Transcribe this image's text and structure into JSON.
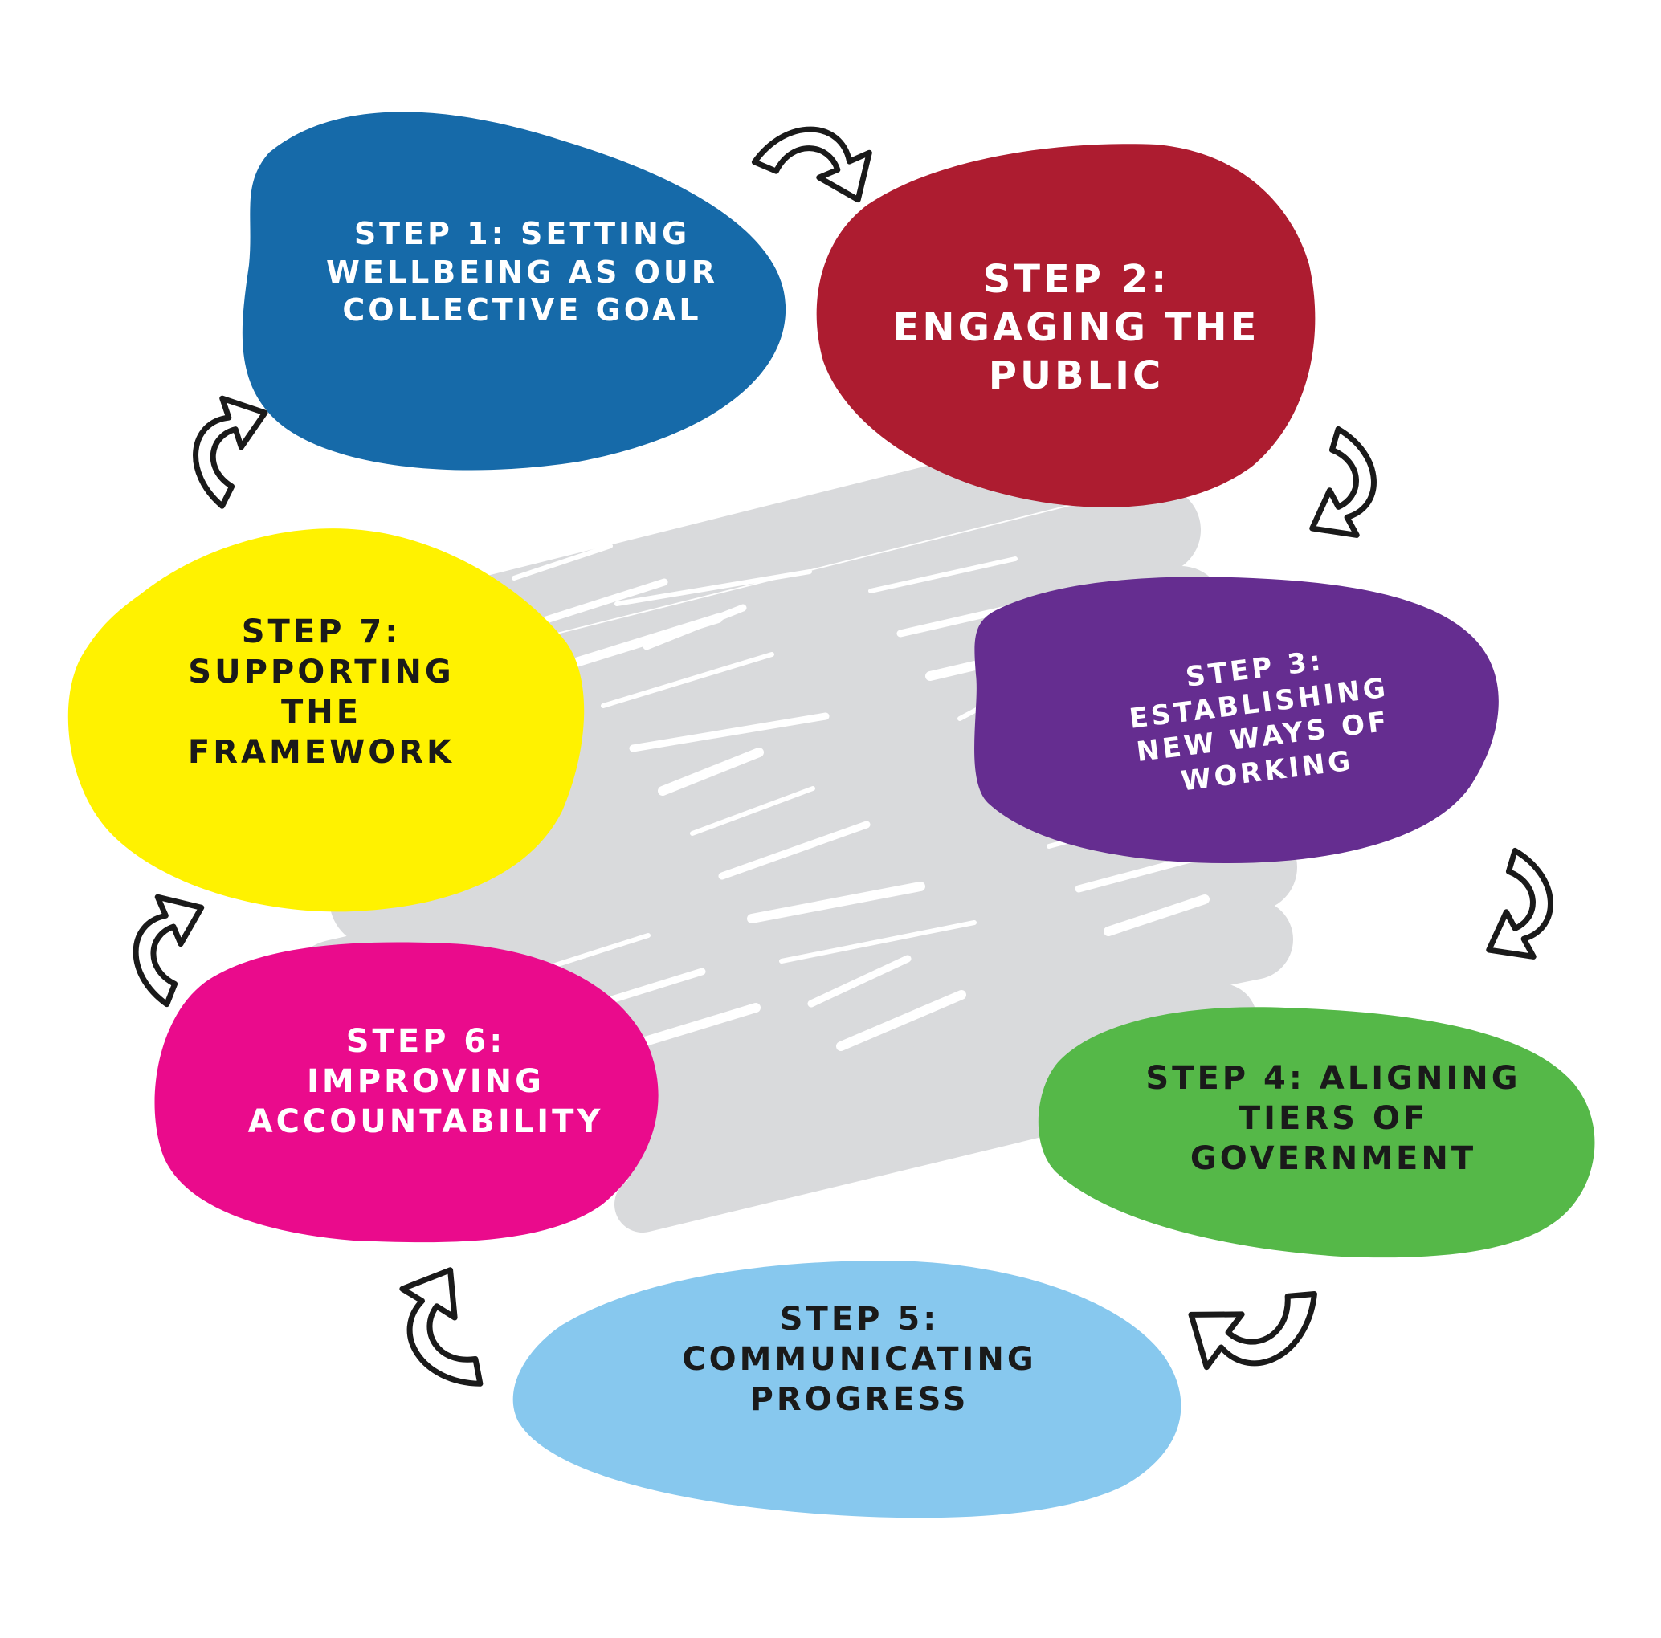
{
  "diagram": {
    "steps": [
      {
        "id": "step-1",
        "lines": [
          "Step 1: Setting",
          "wellbeing as our",
          "collective goal"
        ],
        "fill": "#166aa9"
      },
      {
        "id": "step-2",
        "lines": [
          "Step 2:",
          "Engaging the",
          "public"
        ],
        "fill": "#ad1c30"
      },
      {
        "id": "step-3",
        "lines": [
          "Step 3:",
          "Establishing",
          "new ways of",
          "working"
        ],
        "fill": "#652d90"
      },
      {
        "id": "step-4",
        "lines": [
          "Step 4: Aligning",
          "tiers of",
          "government"
        ],
        "fill": "#55b848"
      },
      {
        "id": "step-5",
        "lines": [
          "Step 5:",
          "Communicating",
          "progress"
        ],
        "fill": "#87c8ee"
      },
      {
        "id": "step-6",
        "lines": [
          "Step 6:",
          "Improving",
          "accountability"
        ],
        "fill": "#ea0b8c"
      },
      {
        "id": "step-7",
        "lines": [
          "Step 7:",
          "Supporting",
          "the",
          "framework"
        ],
        "fill": "#fff200"
      }
    ],
    "background_scribble_color": "#d9dadc",
    "arrow_color": "#1a1a1a"
  }
}
